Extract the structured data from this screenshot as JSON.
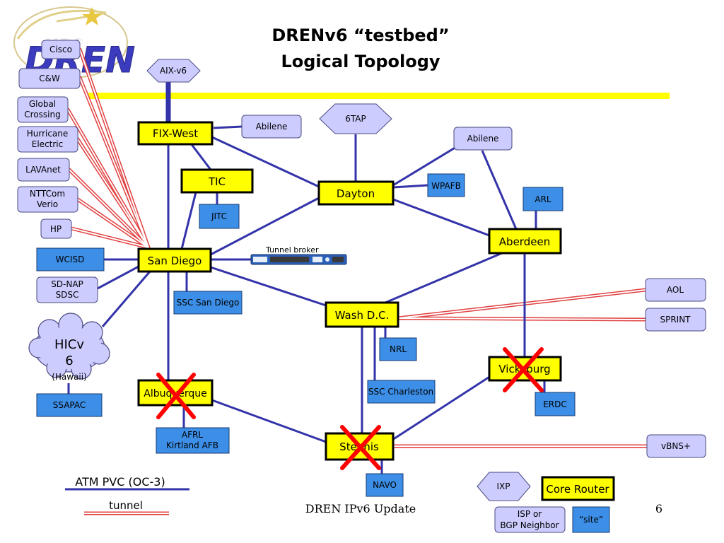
{
  "slide": {
    "title_line1": "DRENv6 “testbed”",
    "title_line2": "Logical Topology",
    "footer": "DREN IPv6 Update",
    "page_number": "6",
    "logo_text": "DREN"
  },
  "colors": {
    "core_fill": "#ffff00",
    "site_fill": "#3c8ee6",
    "neighbor_fill": "#ccccff",
    "atm_line": "#3333aa",
    "tunnel_line": "#e04040",
    "title_bar": "#ffff00",
    "cross_mark": "#ff0000"
  },
  "nodes": {
    "cisco": "Cisco",
    "cw": "C&W",
    "global_crossing_1": "Global",
    "global_crossing_2": "Crossing",
    "hurricane_1": "Hurricane",
    "hurricane_2": "Electric",
    "lavanet": "LAVAnet",
    "nttcom_1": "NTTCom",
    "nttcom_2": "Verio",
    "hp": "HP",
    "wcisd": "WCISD",
    "sdnap_1": "SD-NAP",
    "sdnap_2": "SDSC",
    "hicv6_1": "HICv",
    "hicv6_2": "6",
    "hicv6_sub": "(Hawaii)",
    "ssapac": "SSAPAC",
    "aix_v6": "AIX-v6",
    "fix_west": "FIX-West",
    "abilene_west": "Abilene",
    "tic": "TIC",
    "jitc": "JITC",
    "san_diego": "San Diego",
    "tunnel_broker": "Tunnel broker",
    "ssc_san_diego": "SSC San Diego",
    "sixtap": "6TAP",
    "dayton": "Dayton",
    "wpafb": "WPAFB",
    "abilene_east": "Abilene",
    "arl": "ARL",
    "aberdeen": "Aberdeen",
    "wash_dc": "Wash D.C.",
    "nrl": "NRL",
    "ssc_charleston": "SSC Charleston",
    "aol": "AOL",
    "sprint": "SPRINT",
    "vicksburg": "Vicksburg",
    "erdc": "ERDC",
    "albuquerque": "Albuquerque",
    "afrl_1": "AFRL",
    "afrl_2": "Kirtland AFB",
    "stennis": "Stennis",
    "navo": "NAVO",
    "vbns": "vBNS+"
  },
  "legend": {
    "atm": "ATM PVC (OC-3)",
    "tunnel": "tunnel",
    "ixp": "IXP",
    "core_router": "Core Router",
    "isp_1": "ISP or",
    "isp_2": "BGP Neighbor",
    "site": "“site”"
  },
  "links": {
    "atm_pvc": [
      [
        "AIX-v6",
        "FIX-West"
      ],
      [
        "FIX-West",
        "Abilene"
      ],
      [
        "FIX-West",
        "TIC"
      ],
      [
        "FIX-West",
        "Dayton"
      ],
      [
        "FIX-West",
        "San Diego"
      ],
      [
        "TIC",
        "San Diego"
      ],
      [
        "TIC",
        "JITC"
      ],
      [
        "San Diego",
        "WCISD"
      ],
      [
        "San Diego",
        "SD-NAP SDSC"
      ],
      [
        "San Diego",
        "HICv6"
      ],
      [
        "San Diego",
        "SSC San Diego"
      ],
      [
        "San Diego",
        "Dayton"
      ],
      [
        "San Diego",
        "Wash D.C."
      ],
      [
        "San Diego",
        "Albuquerque"
      ],
      [
        "San Diego",
        "Tunnel broker"
      ],
      [
        "6TAP",
        "Dayton"
      ],
      [
        "Dayton",
        "WPAFB"
      ],
      [
        "Dayton",
        "Abilene"
      ],
      [
        "Dayton",
        "Aberdeen"
      ],
      [
        "Abilene",
        "Aberdeen"
      ],
      [
        "ARL",
        "Aberdeen"
      ],
      [
        "Aberdeen",
        "Wash D.C."
      ],
      [
        "Aberdeen",
        "Vicksburg"
      ],
      [
        "Wash D.C.",
        "NRL"
      ],
      [
        "Wash D.C.",
        "SSC Charleston"
      ],
      [
        "Wash D.C.",
        "Stennis"
      ],
      [
        "Vicksburg",
        "Stennis"
      ],
      [
        "Vicksburg",
        "ERDC"
      ],
      [
        "Albuquerque",
        "Stennis"
      ],
      [
        "Albuquerque",
        "AFRL Kirtland AFB"
      ],
      [
        "Stennis",
        "NAVO"
      ],
      [
        "HICv6",
        "SSAPAC"
      ]
    ],
    "tunnel": [
      [
        "San Diego",
        "Cisco"
      ],
      [
        "San Diego",
        "C&W"
      ],
      [
        "San Diego",
        "Global Crossing"
      ],
      [
        "San Diego",
        "Hurricane Electric"
      ],
      [
        "San Diego",
        "LAVAnet"
      ],
      [
        "San Diego",
        "NTTCom Verio"
      ],
      [
        "San Diego",
        "HP"
      ],
      [
        "Wash D.C.",
        "AOL"
      ],
      [
        "Wash D.C.",
        "SPRINT"
      ],
      [
        "Stennis",
        "vBNS+"
      ]
    ]
  },
  "crossed_out": [
    "Albuquerque",
    "Stennis",
    "Vicksburg"
  ]
}
